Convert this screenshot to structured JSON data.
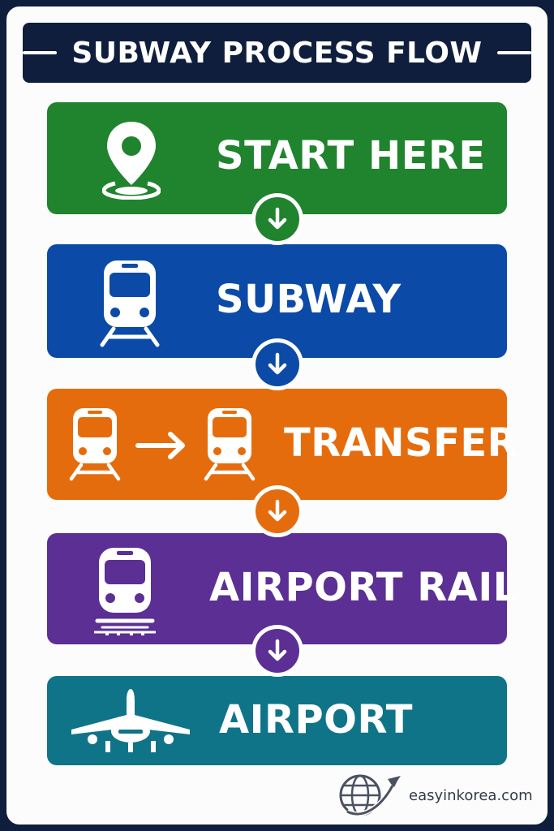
{
  "title": "SUBWAY PROCESS FLOW",
  "steps": [
    {
      "label": "START HERE",
      "icon": "location-pin-icon",
      "color": "#20832e"
    },
    {
      "label": "SUBWAY",
      "icon": "train-icon",
      "color": "#0b4aa6"
    },
    {
      "label": "TRANSFER",
      "icon": "train-transfer-icon",
      "color": "#e56c0c"
    },
    {
      "label": "AIRPORT RAIL",
      "icon": "airport-train-icon",
      "color": "#5b2f94"
    },
    {
      "label": "AIRPORT",
      "icon": "airplane-icon",
      "color": "#0f7488"
    }
  ],
  "connectors": {
    "icon": "arrow-down-icon"
  },
  "brand": {
    "text": "easyinkorea.com",
    "icon": "globe-plane-icon"
  },
  "colors": {
    "frame": "#0f1e3d",
    "background": "#fcfcfc",
    "text": "#ffffff"
  }
}
